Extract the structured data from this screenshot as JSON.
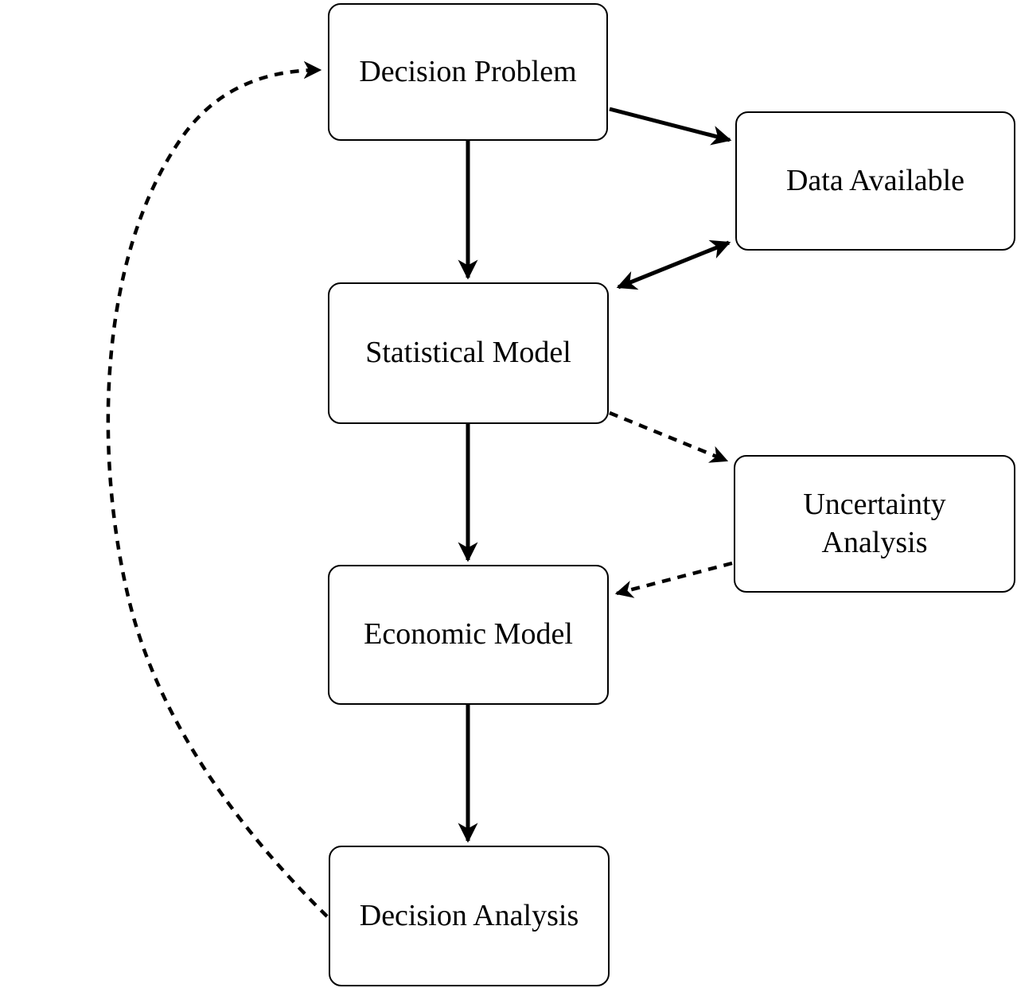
{
  "diagram": {
    "background_color": "#ffffff",
    "line_color": "#000000",
    "nodes": [
      {
        "id": "decision-problem",
        "label": "Decision Problem"
      },
      {
        "id": "data-available",
        "label": "Data Available"
      },
      {
        "id": "statistical-model",
        "label": "Statistical Model"
      },
      {
        "id": "uncertainty-analysis",
        "label": "Uncertainty\nAnalysis"
      },
      {
        "id": "economic-model",
        "label": "Economic Model"
      },
      {
        "id": "decision-analysis",
        "label": "Decision Analysis"
      }
    ],
    "edges": [
      {
        "from": "decision-problem",
        "to": "statistical-model",
        "style": "solid",
        "direction": "one-way"
      },
      {
        "from": "decision-problem",
        "to": "data-available",
        "style": "solid",
        "direction": "one-way"
      },
      {
        "from": "statistical-model",
        "to": "data-available",
        "style": "solid",
        "direction": "two-way"
      },
      {
        "from": "statistical-model",
        "to": "economic-model",
        "style": "solid",
        "direction": "one-way"
      },
      {
        "from": "statistical-model",
        "to": "uncertainty-analysis",
        "style": "dashed",
        "direction": "one-way"
      },
      {
        "from": "uncertainty-analysis",
        "to": "economic-model",
        "style": "dashed",
        "direction": "one-way"
      },
      {
        "from": "economic-model",
        "to": "decision-analysis",
        "style": "solid",
        "direction": "one-way"
      },
      {
        "from": "decision-analysis",
        "to": "decision-problem",
        "style": "dashed",
        "direction": "one-way"
      }
    ]
  }
}
